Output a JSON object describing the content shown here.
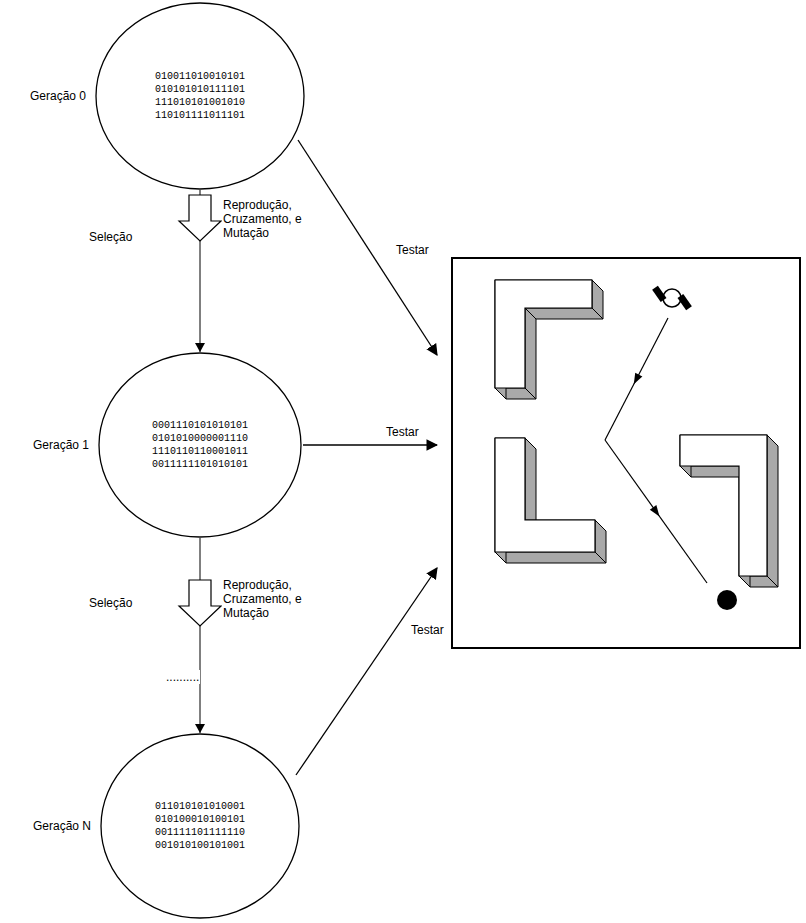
{
  "diagram": {
    "nodes": [
      {
        "text": [
          "Geração 0",
          "010011010010101 010101010111101 111010101001010 110101111011101"
        ]
      },
      {
        "text": [
          "Geração 1",
          "0001110101010101 0101010000001110 1110110110001011 0011111101010101"
        ]
      },
      {
        "text": [
          "Geração N",
          "011010101010001 010100010100101 001111101111110 001010100101001"
        ]
      }
    ],
    "edges": [
      {
        "from": 0,
        "to": 1,
        "arrow": "to"
      },
      {
        "from": 1,
        "to": 2,
        "arrow": "to"
      }
    ],
    "labels": [
      "Seleção",
      "Reprodução, Cruzamento, e Mutação",
      "Seleção",
      "Reprodução, Cruzamento, e Mutação",
      "..........",
      "Testar",
      "Testar",
      "Testar"
    ]
  }
}
